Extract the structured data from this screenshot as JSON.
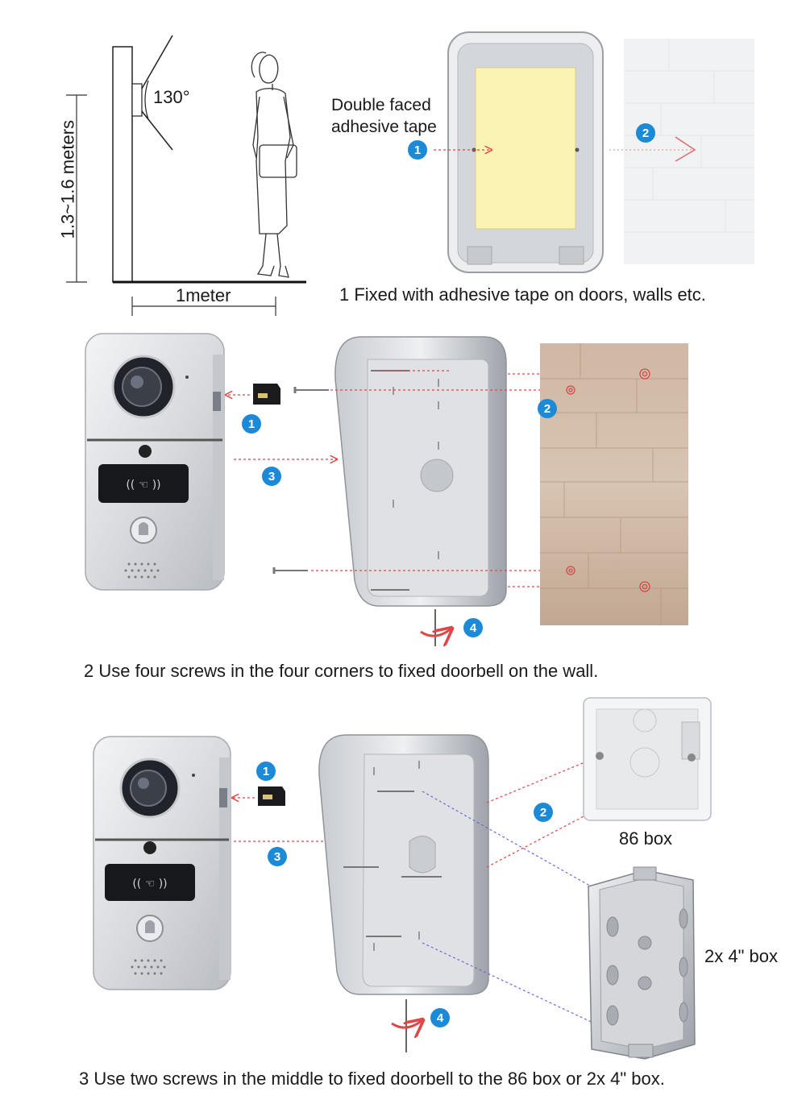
{
  "section_top": {
    "angle_label": "130°",
    "height_label": "1.3~1.6 meters",
    "distance_label": "1meter",
    "tape_label_line1": "Double faced",
    "tape_label_line2": "adhesive tape",
    "caption": "1 Fixed with adhesive tape on doors, walls etc."
  },
  "section_middle": {
    "caption": "2  Use four screws in the four corners to fixed doorbell on the wall."
  },
  "section_bottom": {
    "box1_label": "86 box",
    "box2_label": "2x 4\" box",
    "caption": "3 Use two screws in the middle to fixed doorbell to the 86 box or 2x 4\" box."
  },
  "steps": [
    "1",
    "2",
    "3",
    "4"
  ],
  "colors": {
    "badge": "#1d8ad8",
    "arrow": "#e04646",
    "arrow_blue": "#6a6ad8",
    "tape": "#fbf3b3",
    "wall_tan": "#cdb6a0",
    "device_silver": "#dcdde0"
  }
}
